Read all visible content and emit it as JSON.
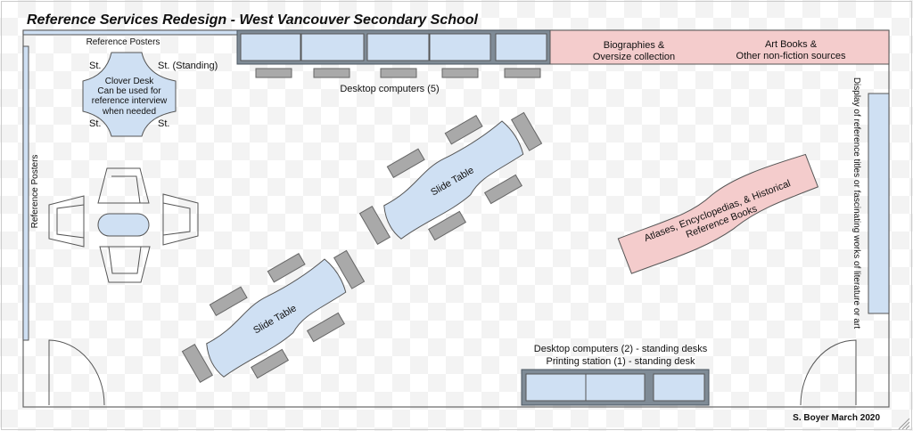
{
  "title": "Reference Services Redesign - West Vancouver Secondary School",
  "labels": {
    "reference_posters_top": "Reference Posters",
    "reference_posters_side": "Reference Posters",
    "clover_desk": [
      "Clover Desk",
      "Can be used for",
      "reference interview",
      "when needed"
    ],
    "st_top_left": "St.",
    "st_top_right": "St. (Standing)",
    "st_bottom_left": "St.",
    "st_bottom_right": "St.",
    "desktop_computers_5": "Desktop computers (5)",
    "biographies": [
      "Biographies &",
      "Oversize collection"
    ],
    "art_books": [
      "Art Books &",
      "Other non-fiction sources"
    ],
    "slide_table_1": "Slide Table",
    "slide_table_2": "Slide Table",
    "atlases": [
      "Atlases, Encyclopedias, & Historical",
      "Reference Books"
    ],
    "display": "Display of reference titles or fascinating works of literature or art",
    "standing_desks": [
      "Desktop computers (2) - standing desks",
      "Printing station (1) - standing desk"
    ],
    "signature": "S. Boyer March 2020"
  },
  "colors": {
    "furniture_blue": "#cfe0f3",
    "collection_pink": "#f4cccc",
    "chair_gray": "#a9a9a9"
  }
}
